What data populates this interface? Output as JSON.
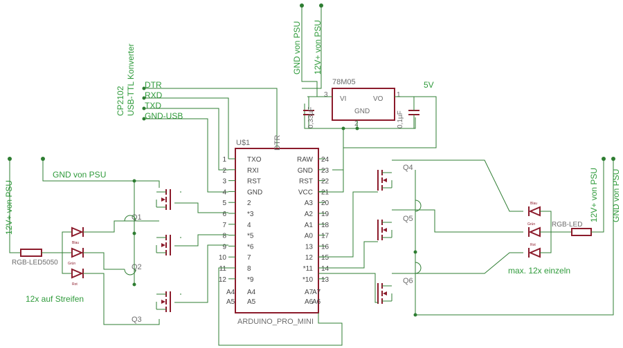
{
  "labels": {
    "gnd_psu_top": "GND von PSU",
    "v12_psu_top": "12V+ von PSU",
    "reg_name": "78M05",
    "reg_vi": "VI",
    "reg_vo": "VO",
    "reg_gnd": "GND",
    "reg_pin1": "1",
    "reg_pin2": "2",
    "reg_pin3": "3",
    "v5": "5V",
    "cap_left": "0,33µF",
    "cap_right": "0,1µF",
    "cp2102_title": "CP2102",
    "cp2102_sub": "USB-TTL Konverter",
    "dtr": "DTR",
    "rxd": "RXD",
    "txd": "TXD",
    "gnd_usb": "GND-USB",
    "u1_name": "U$1",
    "dtr_vertical": "DTR",
    "arduino_name": "ARDUINO_PRO_MINI",
    "v12_psu_left": "12V+ von PSU",
    "gnd_psu_left": "GND von PSU",
    "rgb_led5050": "RGB-LED5050",
    "strip_note": "12x auf Streifen",
    "q1": "Q1",
    "q2": "Q2",
    "q3": "Q3",
    "q4": "Q4",
    "q5": "Q5",
    "q6": "Q6",
    "rgb_led": "RGB-LED",
    "single_note": "max. 12x einzeln",
    "v12_psu_right": "12V+ von PSU",
    "gnd_psu_right": "GND von PSU",
    "led_blue": "Blau",
    "led_green": "Grün",
    "led_red": "Rot"
  },
  "arduino_left_pins": [
    {
      "num": "1",
      "name": "TXO"
    },
    {
      "num": "2",
      "name": "RXI"
    },
    {
      "num": "3",
      "name": "RST"
    },
    {
      "num": "4",
      "name": "GND"
    },
    {
      "num": "5",
      "name": "2"
    },
    {
      "num": "6",
      "name": "*3"
    },
    {
      "num": "7",
      "name": "4"
    },
    {
      "num": "8",
      "name": "*5"
    },
    {
      "num": "9",
      "name": "*6"
    },
    {
      "num": "10",
      "name": "7"
    },
    {
      "num": "11",
      "name": "8"
    },
    {
      "num": "12",
      "name": "*9"
    }
  ],
  "arduino_right_pins": [
    {
      "num": "24",
      "name": "RAW"
    },
    {
      "num": "23",
      "name": "GND"
    },
    {
      "num": "22",
      "name": "RST"
    },
    {
      "num": "21",
      "name": "VCC"
    },
    {
      "num": "20",
      "name": "A3"
    },
    {
      "num": "19",
      "name": "A2"
    },
    {
      "num": "18",
      "name": "A1"
    },
    {
      "num": "17",
      "name": "A0"
    },
    {
      "num": "16",
      "name": "13"
    },
    {
      "num": "15",
      "name": "12"
    },
    {
      "num": "14",
      "name": "*11"
    },
    {
      "num": "13",
      "name": "*10"
    }
  ],
  "arduino_bottom_pins": [
    {
      "lnum": "A4",
      "lname": "A4",
      "rnum": "A7",
      "rname": "A7"
    },
    {
      "lnum": "A5",
      "lname": "A5",
      "rnum": "A6",
      "rname": "A6"
    }
  ]
}
